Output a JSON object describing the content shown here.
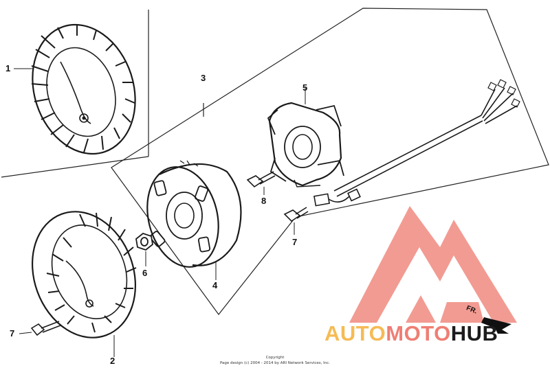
{
  "callouts": {
    "flywheel_fan_upper": "1",
    "cooling_fan_lower": "2",
    "alternator_assembly": "3",
    "flywheel_rotor": "4",
    "stator_coil": "5",
    "flange_nut": "6",
    "bolt_upper": "7",
    "bolt_lower": "7",
    "flange_bolt": "8"
  },
  "direction_label": "FR.",
  "copyright": {
    "line1": "Copyright",
    "line2": "Page design (c) 2004 - 2014 by ARI Network Services, Inc."
  },
  "watermark": {
    "part1": "AUTO",
    "part2": "MOTO",
    "part3": "HUB",
    "color_auto": "#f6bb55",
    "color_moto": "#ef7e74",
    "color_logo": "#f08a80"
  }
}
